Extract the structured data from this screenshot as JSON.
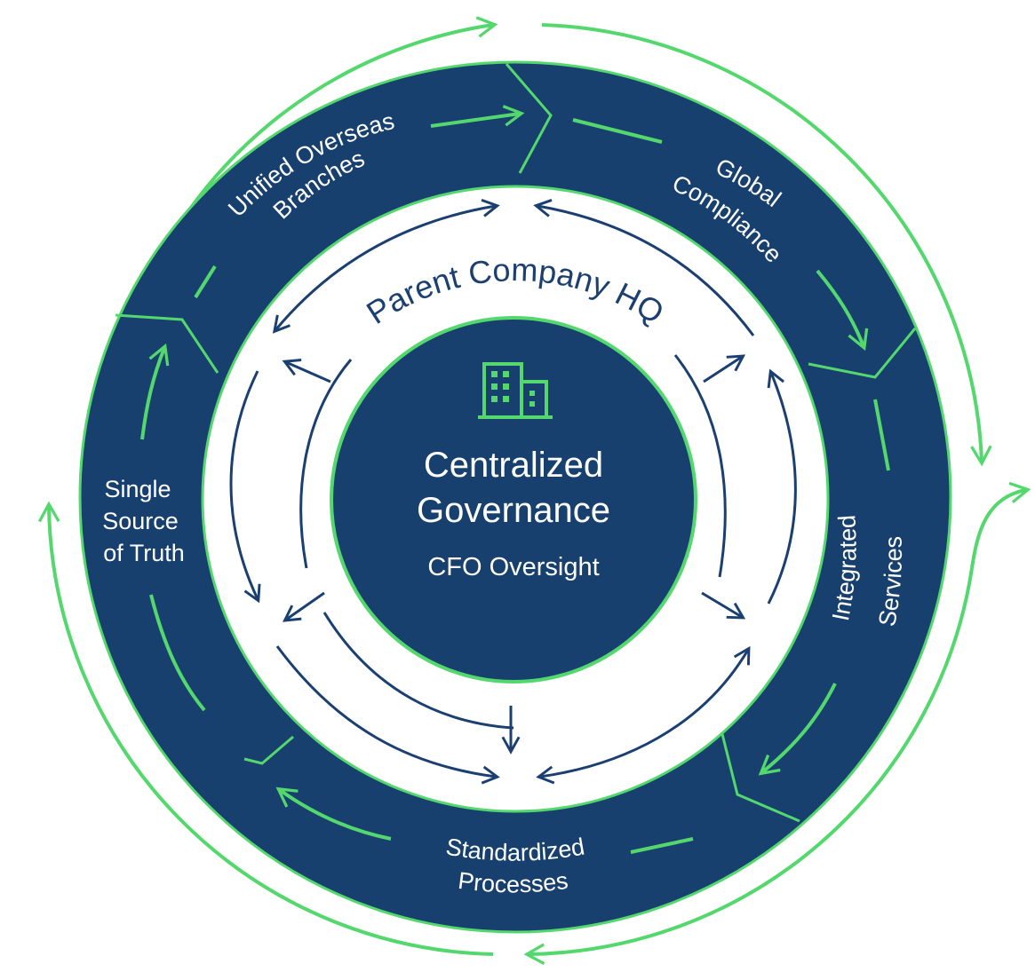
{
  "colors": {
    "navy": "#17406f",
    "green": "#54d86e",
    "white": "#ffffff",
    "hq_text": "#1a3f70"
  },
  "center": {
    "icon": "building-icon",
    "title_line1": "Centralized",
    "title_line2": "Governance",
    "subtitle": "CFO Oversight"
  },
  "hq_ring": {
    "label": "Parent Company HQ"
  },
  "segments": {
    "unified": {
      "line1": "Unified Overseas",
      "line2": "Branches"
    },
    "compliance": {
      "line1": "Global",
      "line2": "Compliance"
    },
    "services": {
      "line1": "Integrated",
      "line2": "Services"
    },
    "processes": {
      "line1": "Standardized",
      "line2": "Processes"
    },
    "truth": {
      "line1": "Single",
      "line2": "Source",
      "line3": "of Truth"
    }
  }
}
